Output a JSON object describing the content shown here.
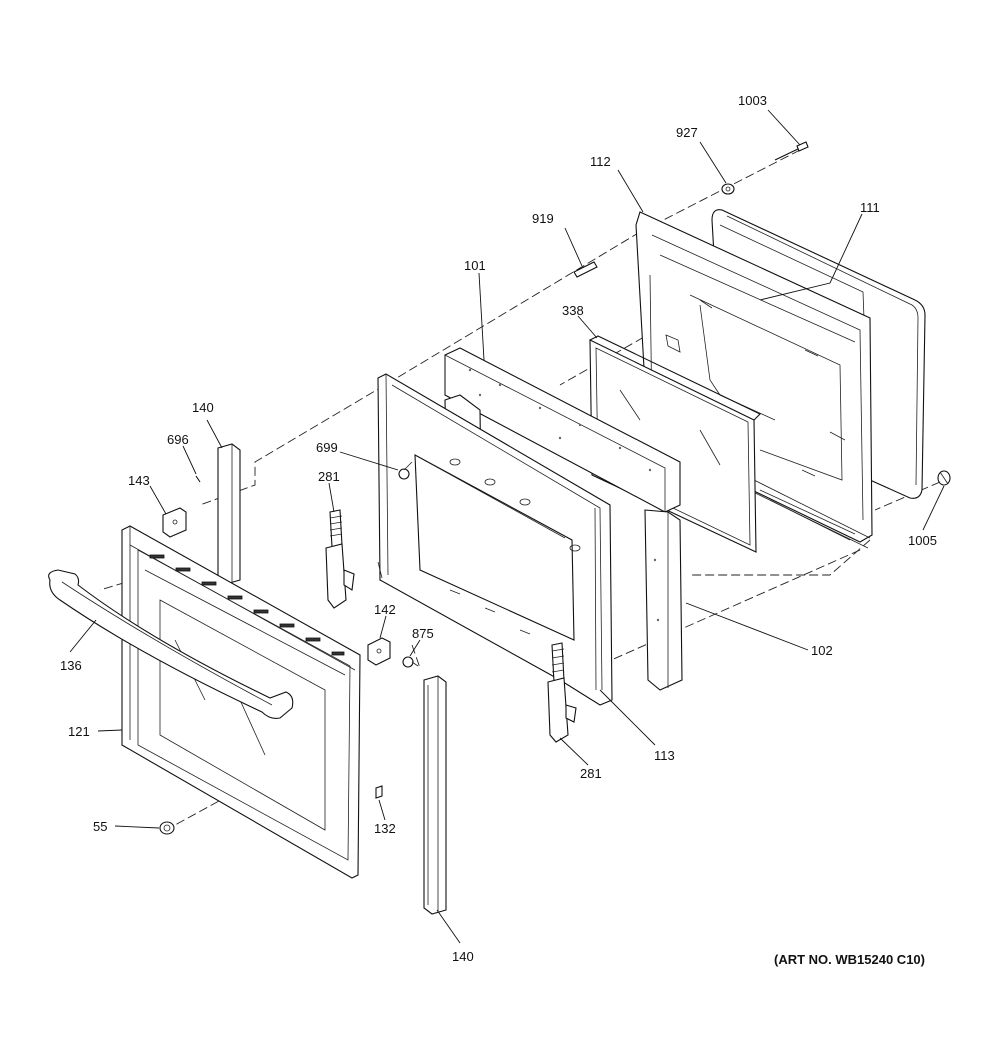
{
  "diagram": {
    "art_number": "(ART NO. WB15240 C10)",
    "callouts": [
      {
        "id": "c1003",
        "text": "1003"
      },
      {
        "id": "c927",
        "text": "927"
      },
      {
        "id": "c112",
        "text": "112"
      },
      {
        "id": "c111",
        "text": "111"
      },
      {
        "id": "c919",
        "text": "919"
      },
      {
        "id": "c101",
        "text": "101"
      },
      {
        "id": "c338",
        "text": "338"
      },
      {
        "id": "c140a",
        "text": "140"
      },
      {
        "id": "c696",
        "text": "696"
      },
      {
        "id": "c699",
        "text": "699"
      },
      {
        "id": "c143",
        "text": "143"
      },
      {
        "id": "c281a",
        "text": "281"
      },
      {
        "id": "c1005",
        "text": "1005"
      },
      {
        "id": "c102",
        "text": "102"
      },
      {
        "id": "c136",
        "text": "136"
      },
      {
        "id": "c142",
        "text": "142"
      },
      {
        "id": "c875",
        "text": "875"
      },
      {
        "id": "c121",
        "text": "121"
      },
      {
        "id": "c113",
        "text": "113"
      },
      {
        "id": "c281b",
        "text": "281"
      },
      {
        "id": "c55",
        "text": "55"
      },
      {
        "id": "c132",
        "text": "132"
      },
      {
        "id": "c140b",
        "text": "140"
      }
    ]
  }
}
